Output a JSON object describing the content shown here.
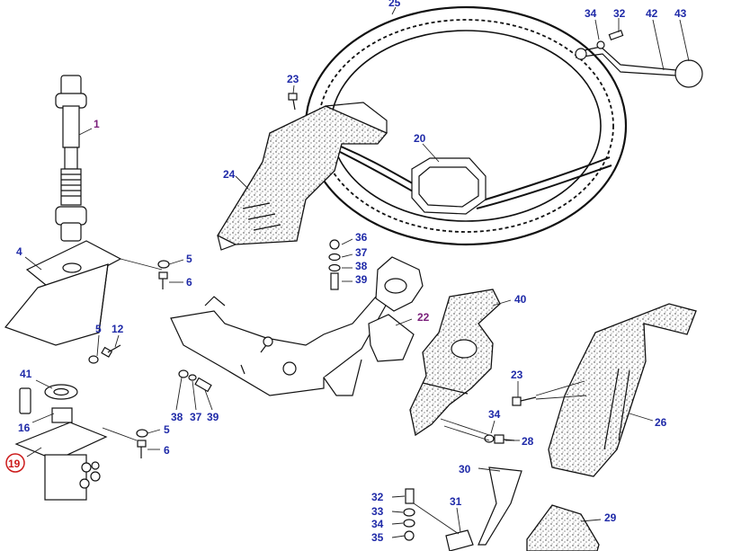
{
  "diagram": {
    "parts": [
      {
        "id": "1",
        "number": "1",
        "color": "purple"
      },
      {
        "id": "4",
        "number": "4",
        "color": "blue"
      },
      {
        "id": "5a",
        "number": "5",
        "color": "blue"
      },
      {
        "id": "6a",
        "number": "6",
        "color": "blue"
      },
      {
        "id": "5b",
        "number": "5",
        "color": "blue"
      },
      {
        "id": "12",
        "number": "12",
        "color": "blue"
      },
      {
        "id": "41",
        "number": "41",
        "color": "blue"
      },
      {
        "id": "16",
        "number": "16",
        "color": "blue"
      },
      {
        "id": "19",
        "number": "19",
        "color": "red",
        "circled": true
      },
      {
        "id": "5c",
        "number": "5",
        "color": "blue"
      },
      {
        "id": "6c",
        "number": "6",
        "color": "blue"
      },
      {
        "id": "38a",
        "number": "38",
        "color": "blue"
      },
      {
        "id": "37a",
        "number": "37",
        "color": "blue"
      },
      {
        "id": "39a",
        "number": "39",
        "color": "blue"
      },
      {
        "id": "36",
        "number": "36",
        "color": "blue"
      },
      {
        "id": "37b",
        "number": "37",
        "color": "blue"
      },
      {
        "id": "38b",
        "number": "38",
        "color": "blue"
      },
      {
        "id": "39b",
        "number": "39",
        "color": "blue"
      },
      {
        "id": "22",
        "number": "22",
        "color": "purple"
      },
      {
        "id": "23a",
        "number": "23",
        "color": "blue"
      },
      {
        "id": "24",
        "number": "24",
        "color": "blue"
      },
      {
        "id": "25",
        "number": "25",
        "color": "blue"
      },
      {
        "id": "20",
        "number": "20",
        "color": "blue"
      },
      {
        "id": "34a",
        "number": "34",
        "color": "blue"
      },
      {
        "id": "32a",
        "number": "32",
        "color": "blue"
      },
      {
        "id": "42",
        "number": "42",
        "color": "blue"
      },
      {
        "id": "43",
        "number": "43",
        "color": "blue"
      },
      {
        "id": "40",
        "number": "40",
        "color": "blue"
      },
      {
        "id": "23b",
        "number": "23",
        "color": "blue"
      },
      {
        "id": "26",
        "number": "26",
        "color": "blue"
      },
      {
        "id": "34b",
        "number": "34",
        "color": "blue"
      },
      {
        "id": "28",
        "number": "28",
        "color": "blue"
      },
      {
        "id": "30",
        "number": "30",
        "color": "blue"
      },
      {
        "id": "31",
        "number": "31",
        "color": "blue"
      },
      {
        "id": "32b",
        "number": "32",
        "color": "blue"
      },
      {
        "id": "33",
        "number": "33",
        "color": "blue"
      },
      {
        "id": "34c",
        "number": "34",
        "color": "blue"
      },
      {
        "id": "35",
        "number": "35",
        "color": "blue"
      },
      {
        "id": "29",
        "number": "29",
        "color": "blue"
      }
    ],
    "colors": {
      "blue": "#1f2aa8",
      "purple": "#7a1f7a",
      "red": "#cc1a1a",
      "line": "#111111"
    }
  }
}
